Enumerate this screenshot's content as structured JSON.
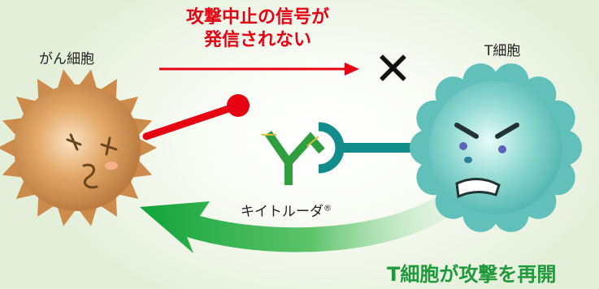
{
  "labels": {
    "cancer_cell": "がん細胞",
    "t_cell": "T細胞",
    "signal_line1": "攻撃中止の信号が",
    "signal_line2": "発信されない",
    "cross": "✕",
    "drug": "キイトルーダ",
    "drug_mark": "®",
    "attack_resumes": "T細胞が攻撃を再開"
  },
  "colors": {
    "signal_red": "#e60012",
    "attack_green": "#1f9a3a",
    "cancer_cell": "#c98a4a",
    "t_cell": "#6fc9c4",
    "antibody": "#2e9e3f",
    "receptor": "#138c8c"
  }
}
